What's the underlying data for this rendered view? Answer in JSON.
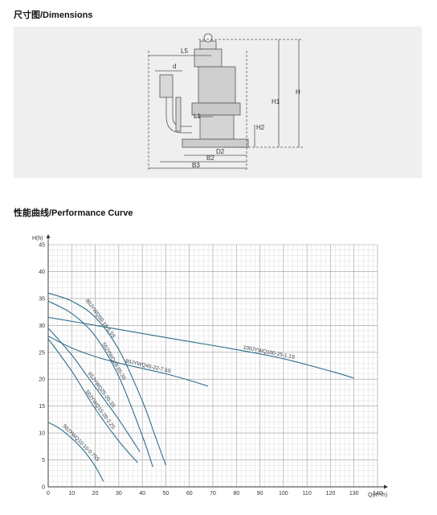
{
  "sections": {
    "dimensions_title": "尺寸图/Dimensions",
    "performance_title": "性能曲线/Performance Curve"
  },
  "dimension_labels": {
    "L5": "L5",
    "d": "d",
    "H": "H",
    "H1": "H1",
    "H2": "H2",
    "L1": "L1",
    "D2": "D2",
    "B2": "B2",
    "B3": "B3"
  },
  "colors": {
    "curve": "#2f6e8e",
    "grid_minor": "#d0d0d0",
    "grid_major": "#9a9a9a",
    "panel": "#efeff0"
  },
  "chart_data": {
    "type": "line",
    "title": "",
    "xlabel": "Q(m³/h)",
    "ylabel": "H(h)",
    "xlim": [
      0,
      140
    ],
    "ylim": [
      0,
      45
    ],
    "x_ticks": [
      0,
      10,
      20,
      30,
      40,
      50,
      60,
      70,
      80,
      90,
      100,
      110,
      120,
      130,
      140
    ],
    "y_ticks": [
      0,
      5,
      10,
      15,
      20,
      25,
      30,
      35,
      40,
      45
    ],
    "grid": true,
    "series": [
      {
        "name": "100JYWQ100-25-1.1S",
        "x": [
          0,
          20,
          40,
          60,
          80,
          100,
          120,
          130
        ],
        "y": [
          31.5,
          30,
          28.5,
          27,
          25.5,
          23.8,
          21.5,
          20.2
        ]
      },
      {
        "name": "80JYWQ45-22-7.5S",
        "x": [
          0,
          10,
          20,
          30,
          40,
          50,
          60,
          68
        ],
        "y": [
          28,
          25.8,
          24.2,
          23,
          22,
          21,
          19.8,
          18.7
        ]
      },
      {
        "name": "80JYWQ50-18-5.5S",
        "x": [
          0,
          10,
          20,
          30,
          40,
          45,
          50
        ],
        "y": [
          36,
          34.5,
          31.5,
          25.5,
          16,
          10,
          4
        ]
      },
      {
        "name": "50JYWQ18-25-3S",
        "x": [
          0,
          10,
          20,
          30,
          40,
          44.5
        ],
        "y": [
          34.5,
          32.2,
          28,
          20.5,
          9.5,
          3.7
        ]
      },
      {
        "name": "65JYWQ25-20-3S",
        "x": [
          0,
          10,
          20,
          30,
          39
        ],
        "y": [
          29.5,
          24.5,
          18.5,
          12.5,
          6.5
        ]
      },
      {
        "name": "50JYWQ15-20-2.2S",
        "x": [
          0,
          10,
          20,
          30,
          38
        ],
        "y": [
          27.5,
          21.5,
          14.5,
          8.5,
          4.5
        ]
      },
      {
        "name": "50JYWQ10-10-0.75S",
        "x": [
          0,
          5,
          10,
          15,
          20,
          23.5
        ],
        "y": [
          12,
          10.8,
          9,
          6.8,
          3.8,
          1
        ]
      }
    ]
  }
}
